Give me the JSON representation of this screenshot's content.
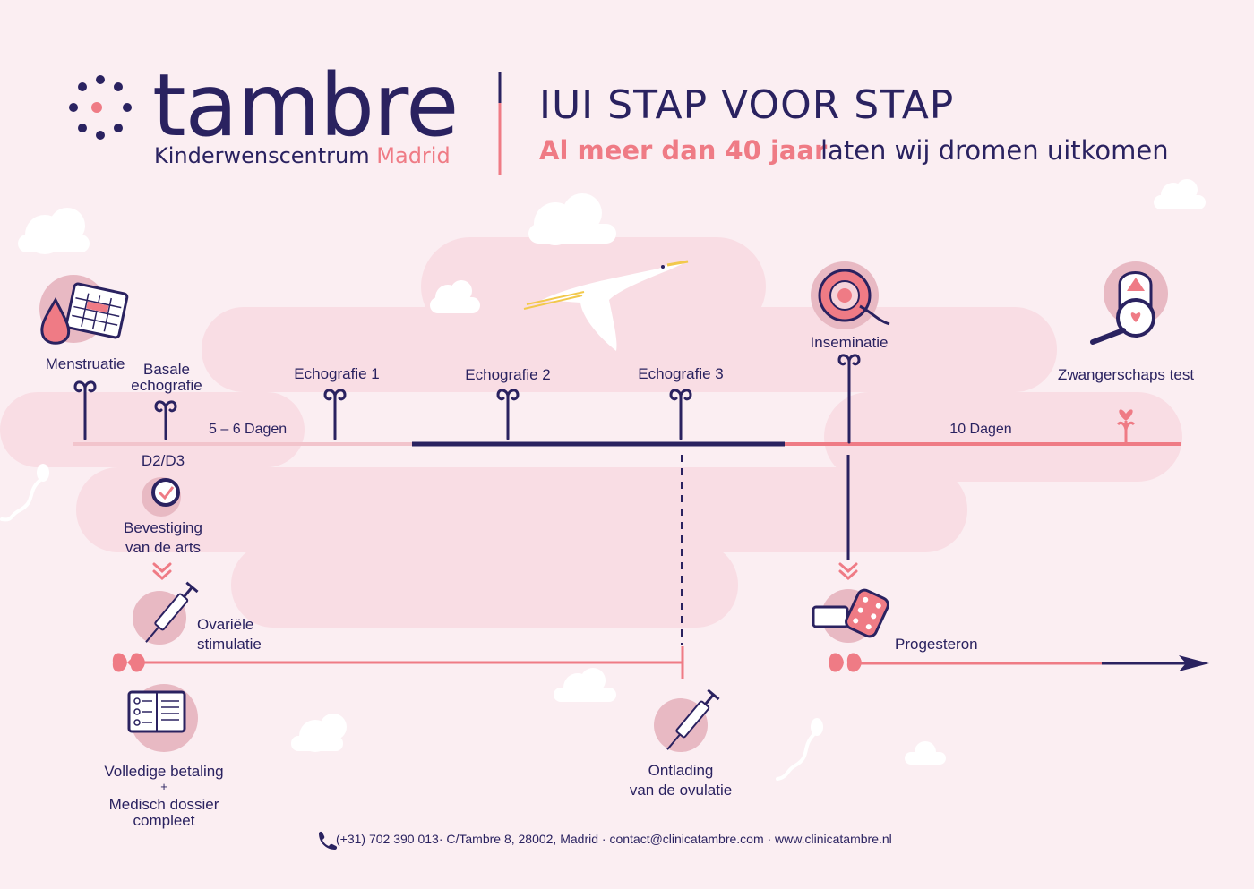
{
  "brand": {
    "name": "tambre",
    "subtitle_main": "Kinderwenscentrum",
    "subtitle_accent": "Madrid"
  },
  "header": {
    "title": "IUI STAP VOOR STAP",
    "tagline_accent": "Al meer dan 40 jaar",
    "tagline_rest": "laten wij dromen uitkomen"
  },
  "timeline": {
    "steps": {
      "menstruatie": "Menstruatie",
      "basale_line1": "Basale",
      "basale_line2": "echografie",
      "echografie1": "Echografie 1",
      "echografie2": "Echografie 2",
      "echografie3": "Echografie 3",
      "inseminatie": "Inseminatie",
      "zwangerschap": "Zwangerschaps test"
    },
    "durations": {
      "first": "5 – 6 Dagen",
      "second": "10 Dagen"
    },
    "day_marker": "D2/D3",
    "bevestiging_line1": "Bevestiging",
    "bevestiging_line2": "van de arts",
    "stimulatie_line1": "Ovariële",
    "stimulatie_line2": "stimulatie",
    "progesteron": "Progesteron",
    "ontlading_line1": "Ontlading",
    "ontlading_line2": "van de ovulatie",
    "betaling_line1": "Volledige betaling",
    "betaling_plus": "+",
    "betaling_line2": "Medisch dossier",
    "betaling_line3": "compleet"
  },
  "footer": {
    "phone_icon": "phone-icon",
    "text": "(+31) 702 390 013· C/Tambre 8, 28002, Madrid · contact@clinicatambre.com · www.clinicatambre.nl"
  },
  "colors": {
    "navy": "#2a2260",
    "coral": "#ef7b85",
    "pink_light": "#f6d3da",
    "background": "#fbeef2"
  }
}
